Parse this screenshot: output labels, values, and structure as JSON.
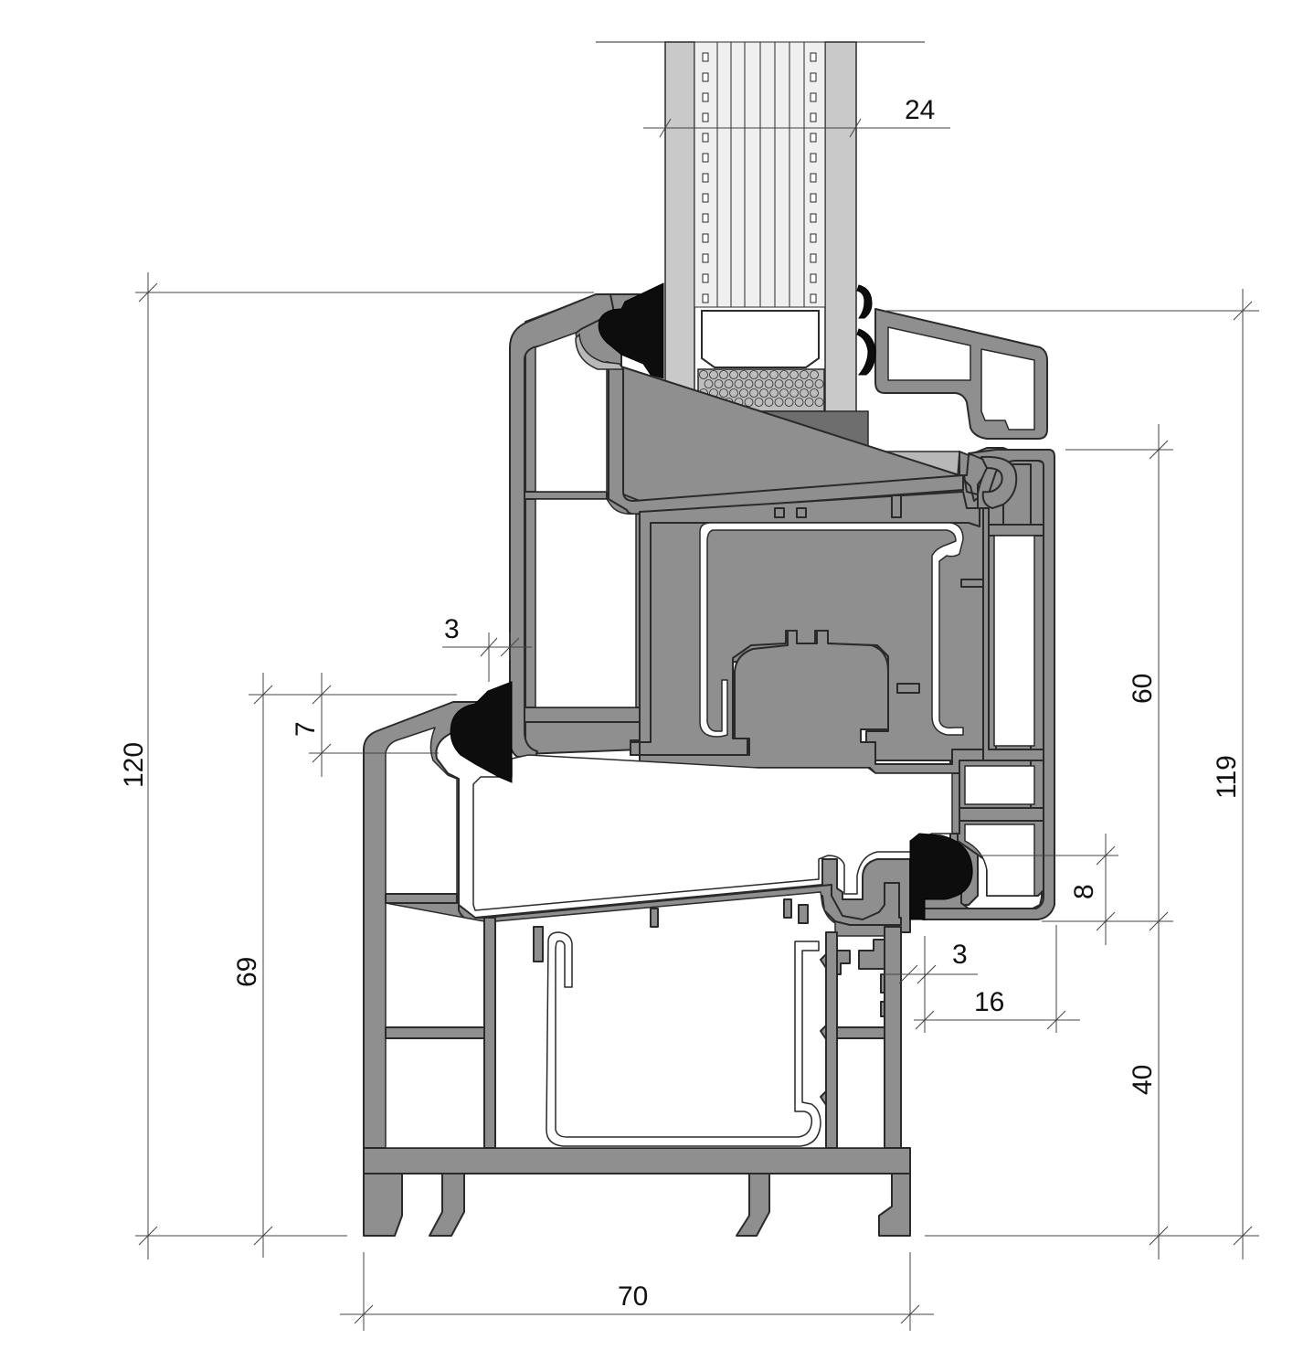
{
  "dimensions": {
    "glass_thickness": "24",
    "overall_height": "120",
    "frame_height": "119",
    "sash_upper": "60",
    "sash_lower": "40",
    "frame_step_height": "69",
    "frame_depth": "70",
    "wall_sash": "3",
    "gasket_overlap": "7",
    "gasket_offset": "8",
    "wall_frame": "3",
    "rebate_depth": "16"
  },
  "colors": {
    "profile_fill": "#8f8f8f",
    "gasket_fill": "#0d0d0d",
    "glass_fill": "#c9c9c9",
    "line": "#2a2a2a"
  }
}
